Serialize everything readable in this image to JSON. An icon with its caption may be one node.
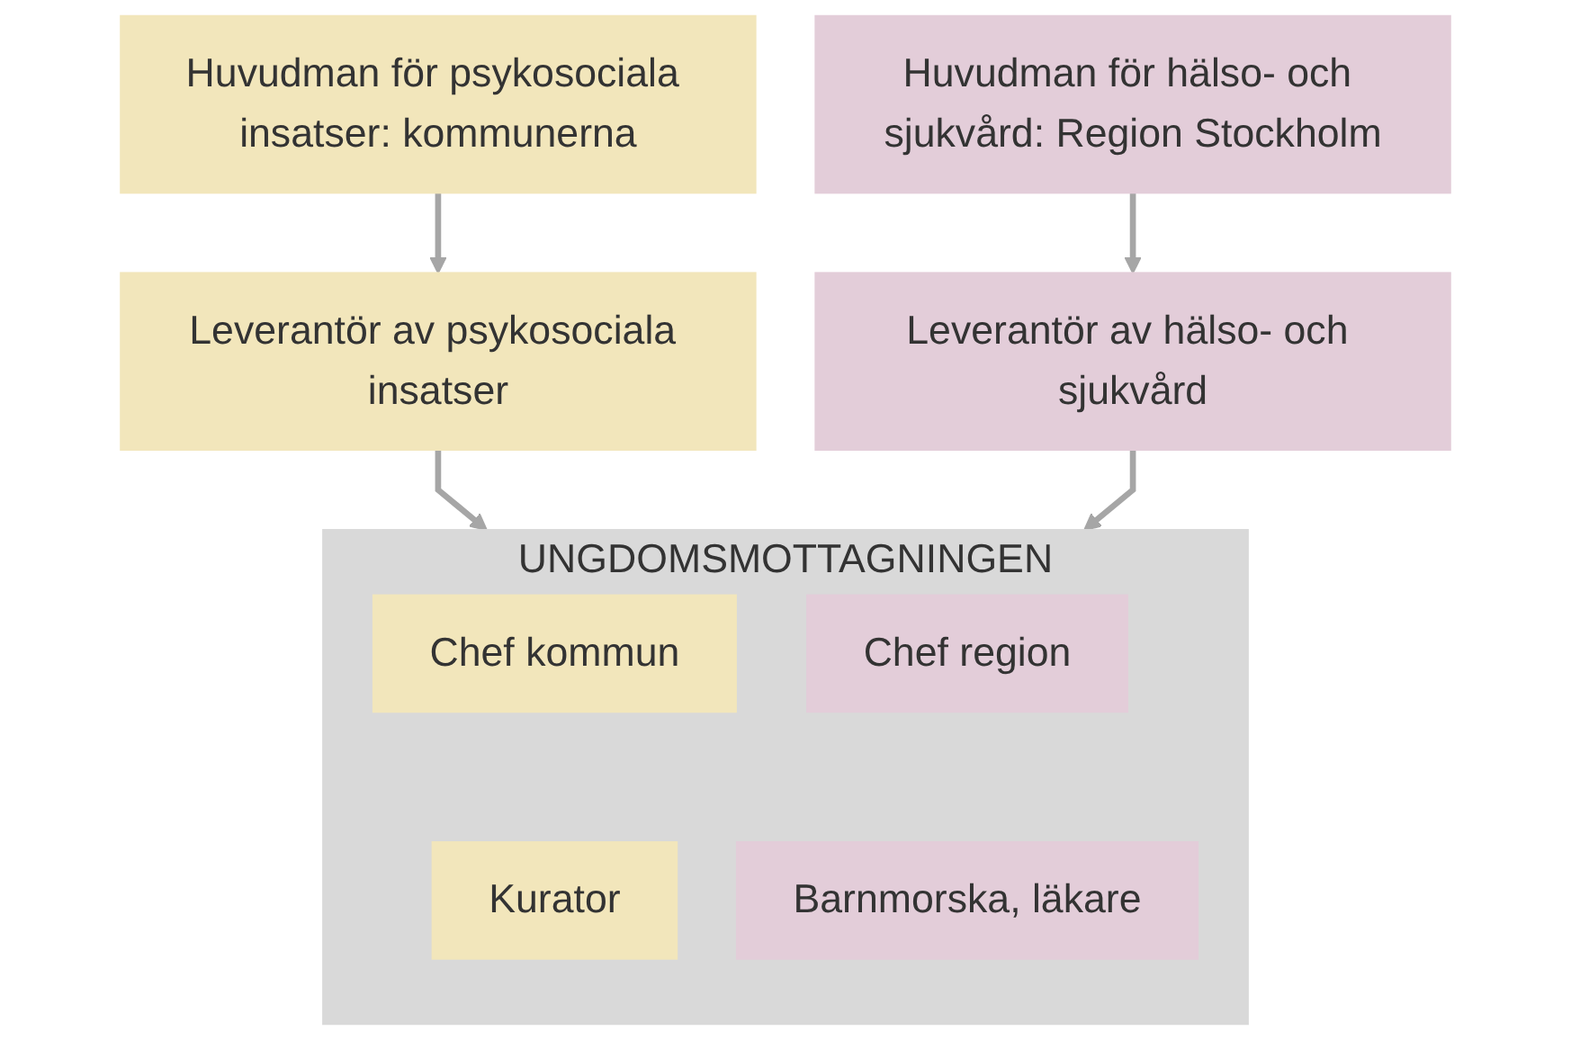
{
  "diagram": {
    "nodes": [
      {
        "text": [
          "Huvudman för psykosociala insatser: kommunerna"
        ]
      },
      {
        "text": [
          "Huvudman för hälso- och sjukvård: Region Stockholm"
        ]
      },
      {
        "text": [
          "Leverantör av psykosociala insatser"
        ]
      },
      {
        "text": [
          "Leverantör av hälso- och sjukvård"
        ]
      },
      {
        "text": [
          "UNGDOMSMOTTAGNINGEN"
        ]
      },
      {
        "text": [
          "Chef kommun"
        ],
        "in": 4
      },
      {
        "text": [
          "Chef region"
        ],
        "in": 4
      },
      {
        "text": [
          "Kurator"
        ],
        "in": 4
      },
      {
        "text": [
          "Barnmorska, läkare"
        ],
        "in": 4
      }
    ],
    "edges": [
      {
        "from": 0,
        "to": 2,
        "arrow": "to"
      },
      {
        "from": 1,
        "to": 3,
        "arrow": "to"
      },
      {
        "from": 2,
        "to": 4,
        "arrow": "to"
      },
      {
        "from": 3,
        "to": 4,
        "arrow": "to"
      }
    ]
  }
}
